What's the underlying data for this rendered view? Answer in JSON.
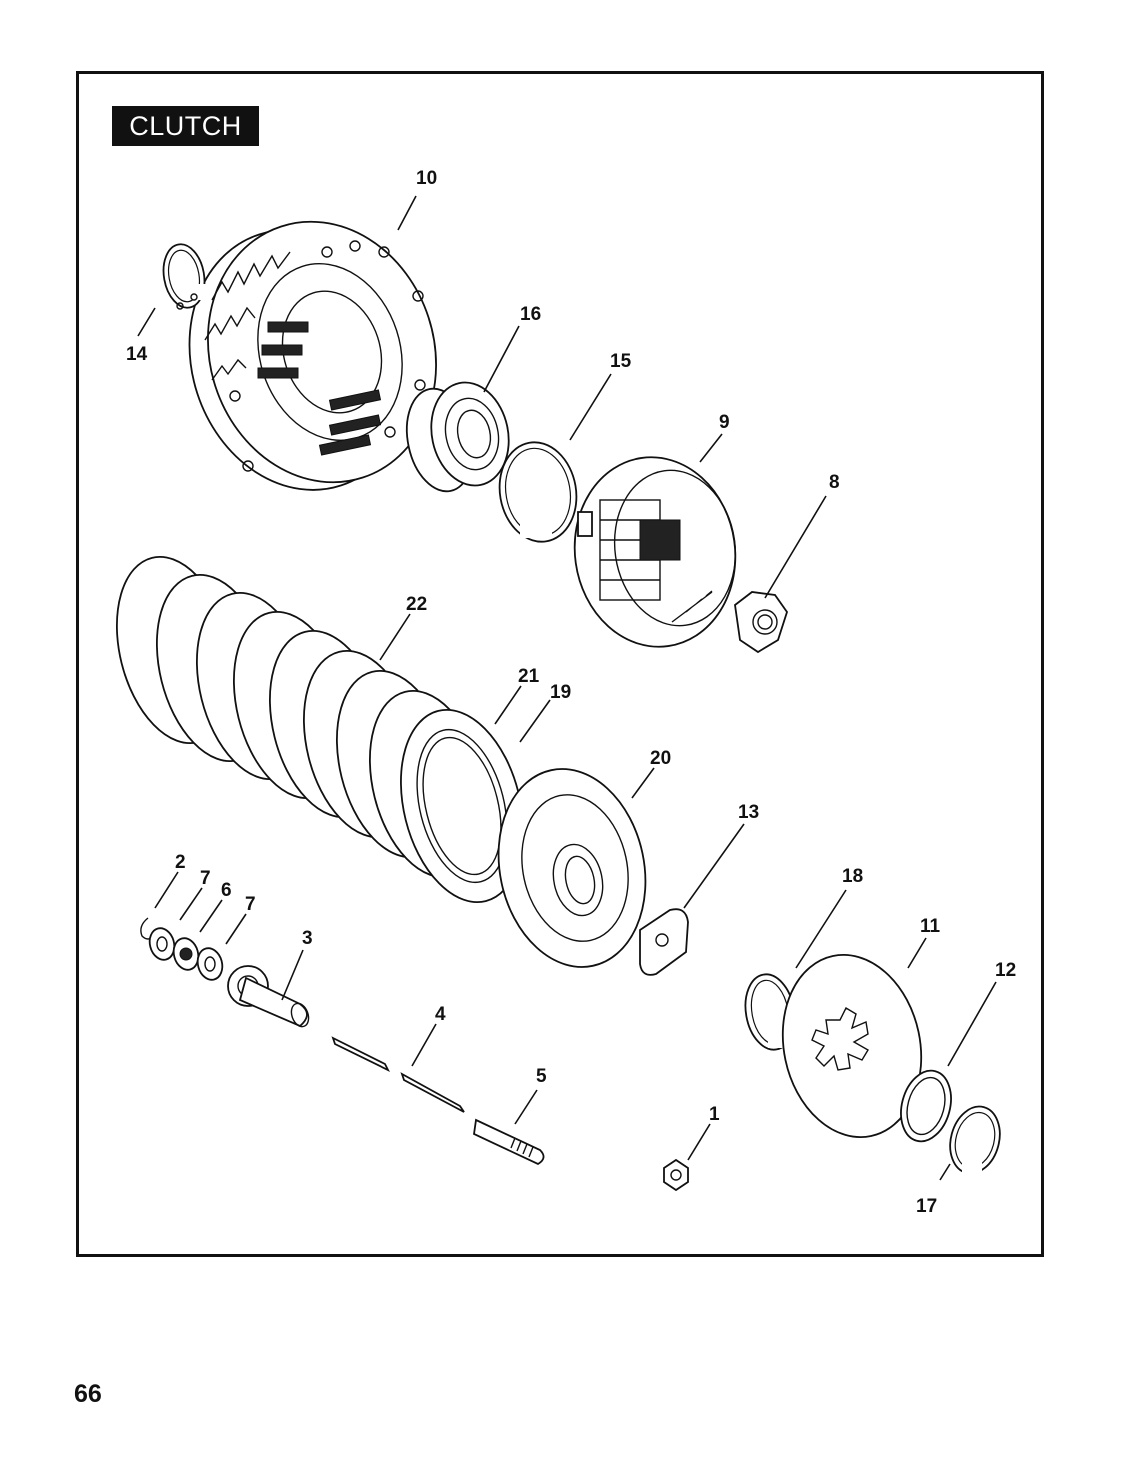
{
  "section_title": "CLUTCH",
  "page_number": "66",
  "callouts": {
    "c1": "1",
    "c2": "2",
    "c3": "3",
    "c4": "4",
    "c5": "5",
    "c6": "6",
    "c7a": "7",
    "c7b": "7",
    "c8": "8",
    "c9": "9",
    "c10": "10",
    "c11": "11",
    "c12": "12",
    "c13": "13",
    "c14": "14",
    "c15": "15",
    "c16": "16",
    "c17": "17",
    "c18": "18",
    "c19": "19",
    "c20": "20",
    "c21": "21",
    "c22": "22"
  }
}
